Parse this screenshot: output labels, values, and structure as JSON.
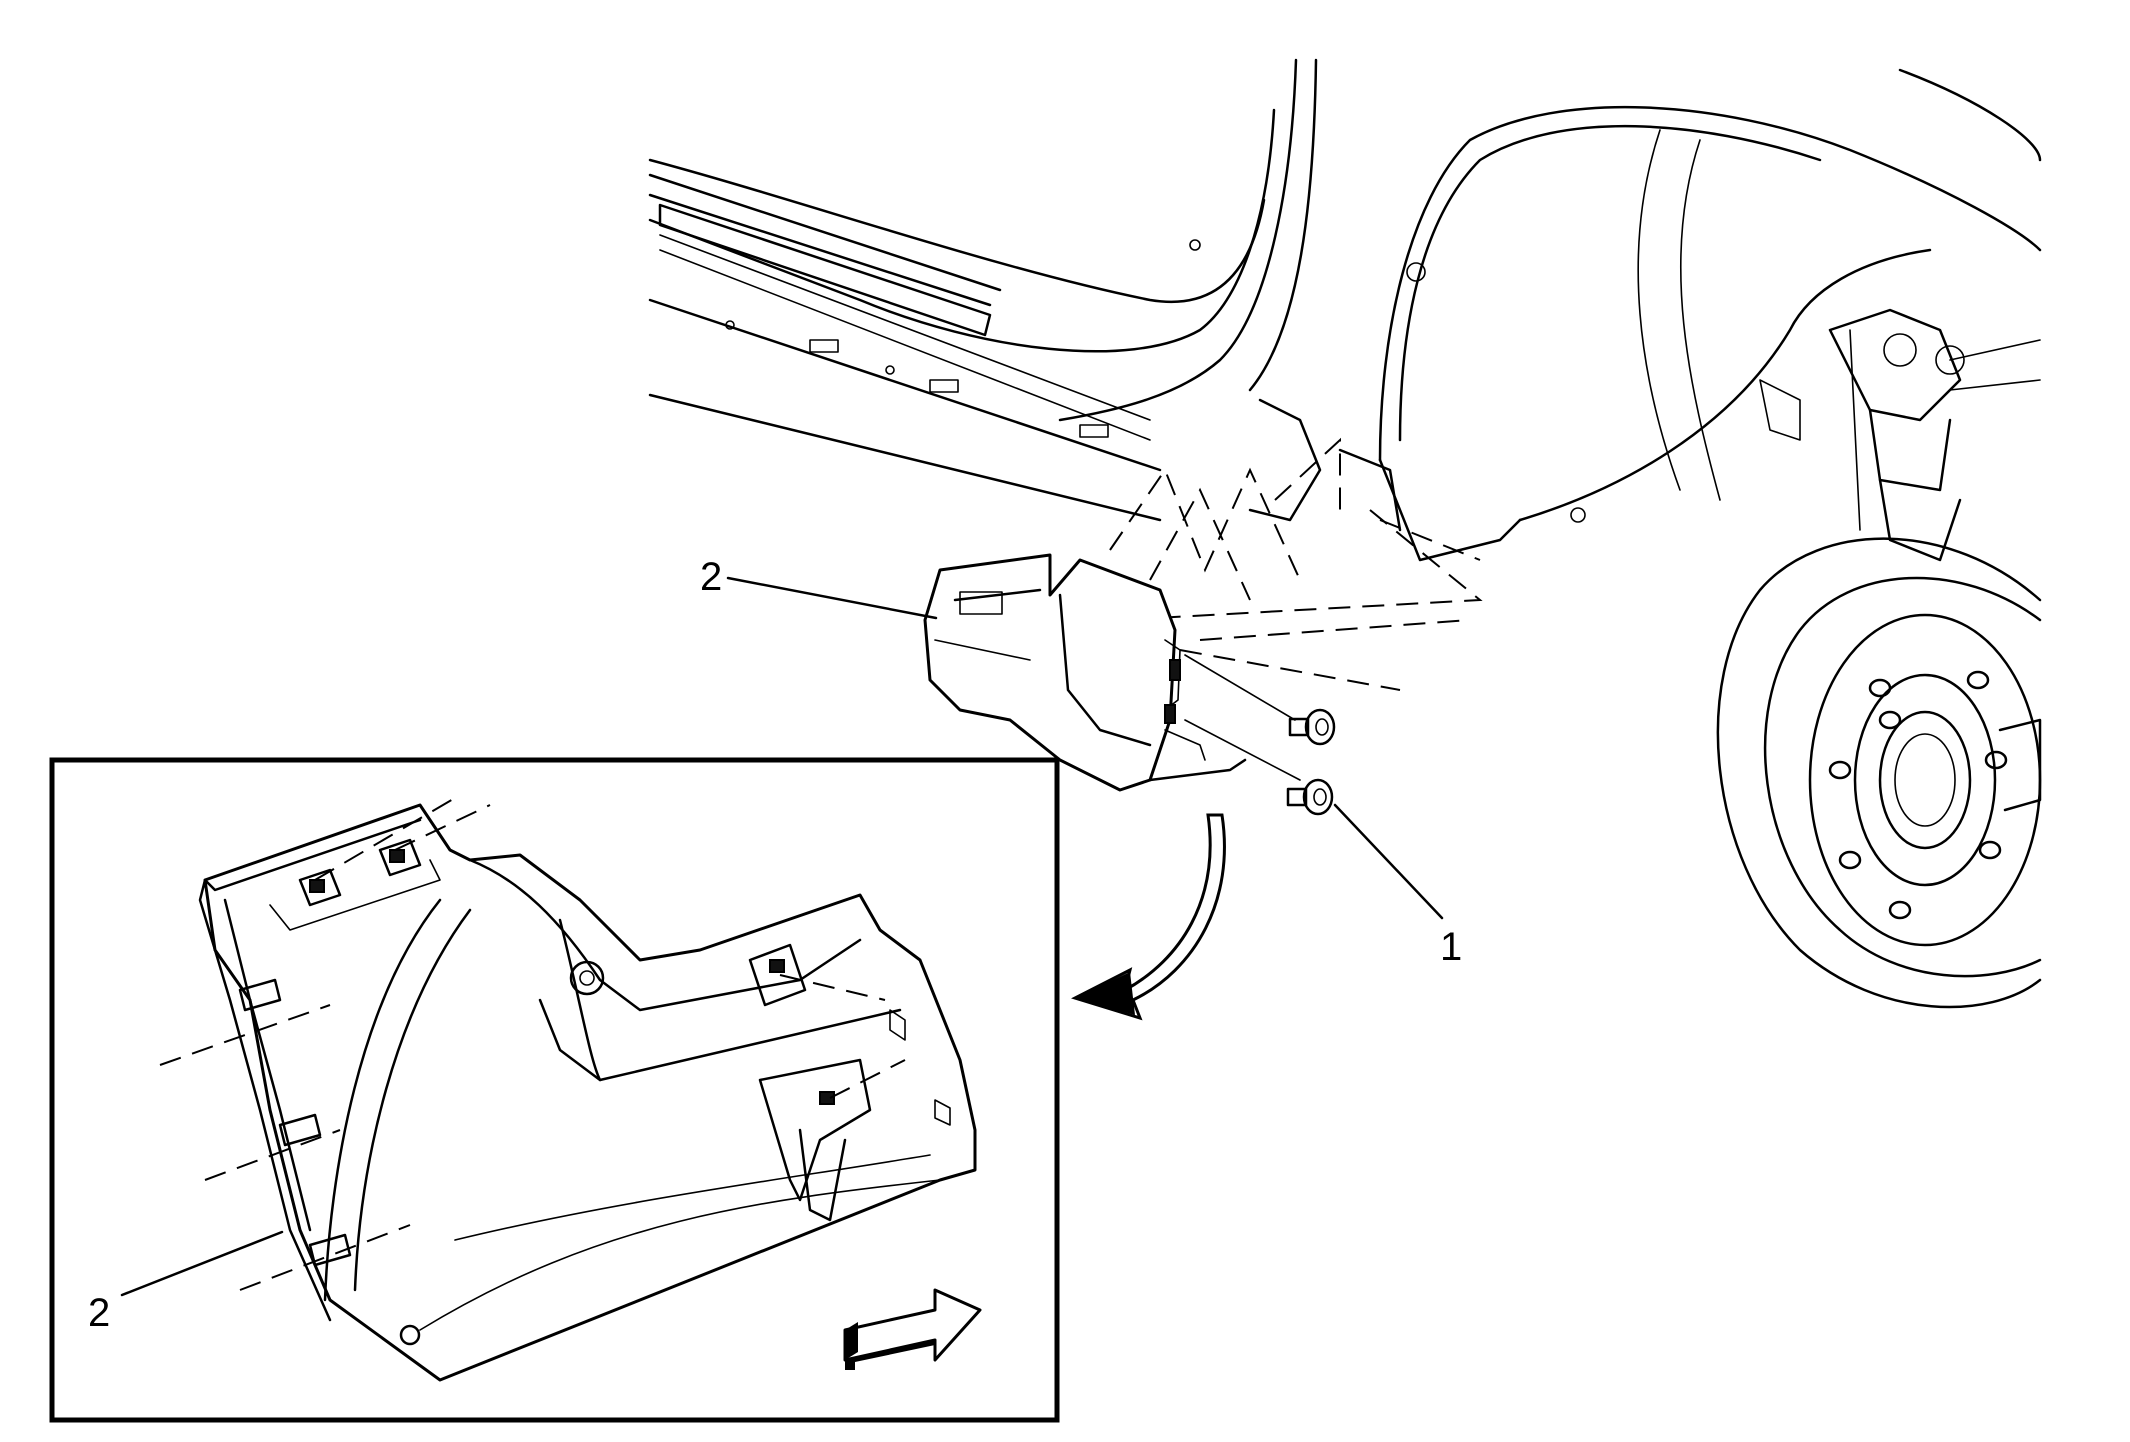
{
  "diagram": {
    "callouts": {
      "main_trim": "2",
      "screw": "1",
      "inset_trim": "2"
    },
    "icons": {
      "view_direction": "arrow-right-icon",
      "detail_arrow": "curved-arrow-icon"
    },
    "colors": {
      "line": "#000000",
      "background": "#ffffff"
    }
  }
}
